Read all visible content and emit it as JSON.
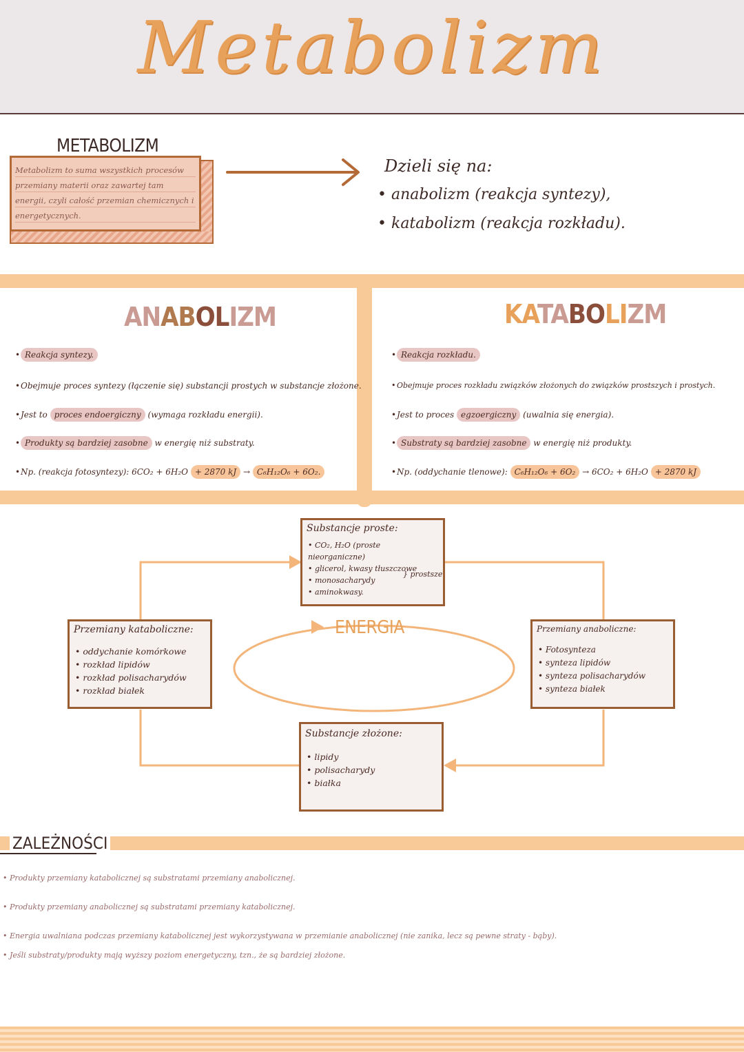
{
  "title": "Metabolizm",
  "definition": {
    "heading": "METABOLIZM",
    "text": "Metabolizm to suma wszystkich procesów przemiany materii oraz zawartej tam energii, czyli całość przemian chemicznych i energetycznych."
  },
  "divides": {
    "heading": "Dzieli się na:",
    "items": [
      "anabolizm (reakcja syntezy),",
      "katabolizm (reakcja rozkładu)."
    ]
  },
  "anabolism": {
    "title": "ANABOLIZM",
    "rows": [
      {
        "hl": "Reakcja syntezy.",
        "rest": ""
      },
      {
        "pre": "Obejmuje proces syntezy (łączenie się) substancji prostych w substancje złożone.",
        "hl": "",
        "rest": ""
      },
      {
        "pre": "Jest to",
        "hl": "proces endoergiczny",
        "rest": "(wymaga rozkładu energii)."
      },
      {
        "hl": "Produkty są bardziej zasobne",
        "rest": "w energię niż substraty."
      },
      {
        "pre": "Np. (reakcja fotosyntezy): 6CO₂ + 6H₂O",
        "hl_o": "+ 2870 kJ",
        "rest": "→",
        "hl_o2": "C₆H₁₂O₆ + 6O₂."
      }
    ]
  },
  "catabolism": {
    "title": "KATABOLIZM",
    "rows": [
      {
        "hl": "Reakcja rozkładu.",
        "rest": ""
      },
      {
        "pre": "Obejmuje proces rozkładu związków złożonych do związków prostszych i prostych.",
        "hl": "",
        "rest": ""
      },
      {
        "pre": "Jest to proces",
        "hl": "egzoergiczny",
        "rest": "(uwalnia się energia)."
      },
      {
        "hl": "Substraty są bardziej zasobne",
        "rest": "w energię niż produkty."
      },
      {
        "pre": "Np. (oddychanie tlenowe):",
        "hl_o": "C₆H₁₂O₆ + 6O₂",
        "rest": "→ 6CO₂ + 6H₂O",
        "hl_o2": "+ 2870 kJ"
      }
    ]
  },
  "diagram": {
    "simple": {
      "title": "Substancje proste:",
      "items": [
        "CO₂, H₂O (proste nieorganiczne)",
        "glicerol, kwasy tłuszczowe",
        "monosacharydy",
        "aminokwasy."
      ],
      "brace_label": "prostsze"
    },
    "complex": {
      "title": "Substancje złożone:",
      "items": [
        "lipidy",
        "polisacharydy",
        "białka"
      ]
    },
    "catabolic": {
      "title": "Przemiany kataboliczne:",
      "items": [
        "oddychanie komórkowe",
        "rozkład lipidów",
        "rozkład polisacharydów",
        "rozkład białek"
      ]
    },
    "anabolic": {
      "title": "Przemiany anaboliczne:",
      "items": [
        "Fotosynteza",
        "synteza lipidów",
        "synteza polisacharydów",
        "synteza białek"
      ]
    },
    "energy": "ENERGIA"
  },
  "relations": {
    "heading": "ZALEŻNOŚCI",
    "items": [
      "Produkty przemiany katabolicznej są substratami przemiany anabolicznej.",
      "Produkty przemiany anabolicznej są substratami przemiany katabolicznej.",
      "Energia uwalniana podczas przemiany katabolicznej jest wykorzystywana w przemianie anabolicznej (nie zanika, lecz są pewne straty - bąby).",
      "Jeśli substraty/produkty mają wyższy poziom energetyczny, tzn., że są bardziej złożone."
    ]
  },
  "colors": {
    "accent_orange": "#e8a15a",
    "band": "#f8ca98",
    "highlight_pink": "#e8c6c4",
    "highlight_orange": "#f8c59a",
    "box_border": "#9a5d32"
  }
}
